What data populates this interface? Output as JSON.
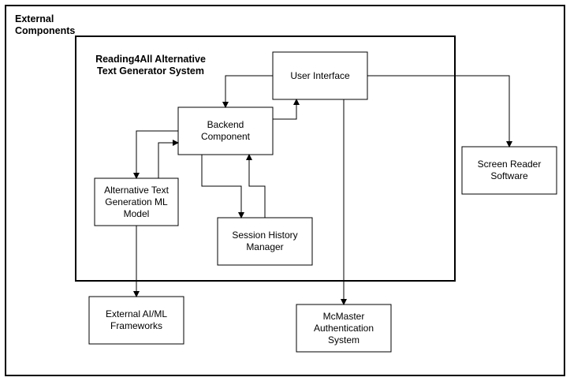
{
  "diagram": {
    "outer_label": [
      "External",
      "Components"
    ],
    "system_label": [
      "Reading4All Alternative",
      "Text Generator System"
    ],
    "nodes": {
      "user_interface": [
        "User Interface"
      ],
      "backend": [
        "Backend Component"
      ],
      "alt_text_model": [
        "Alternative Text",
        "Generation ML",
        "Model"
      ],
      "session_history": [
        "Session History",
        "Manager"
      ],
      "screen_reader": [
        "Screen Reader",
        "Software"
      ],
      "external_ai": [
        "External AI/ML",
        "Frameworks"
      ],
      "mcmaster_auth": [
        "McMaster",
        "Authentication",
        "System"
      ]
    },
    "edges": [
      {
        "from": "user_interface",
        "to": "backend"
      },
      {
        "from": "backend",
        "to": "user_interface"
      },
      {
        "from": "backend",
        "to": "alt_text_model"
      },
      {
        "from": "alt_text_model",
        "to": "backend"
      },
      {
        "from": "backend",
        "to": "session_history"
      },
      {
        "from": "session_history",
        "to": "backend"
      },
      {
        "from": "user_interface",
        "to": "screen_reader"
      },
      {
        "from": "user_interface",
        "to": "mcmaster_auth"
      },
      {
        "from": "alt_text_model",
        "to": "external_ai"
      }
    ]
  }
}
